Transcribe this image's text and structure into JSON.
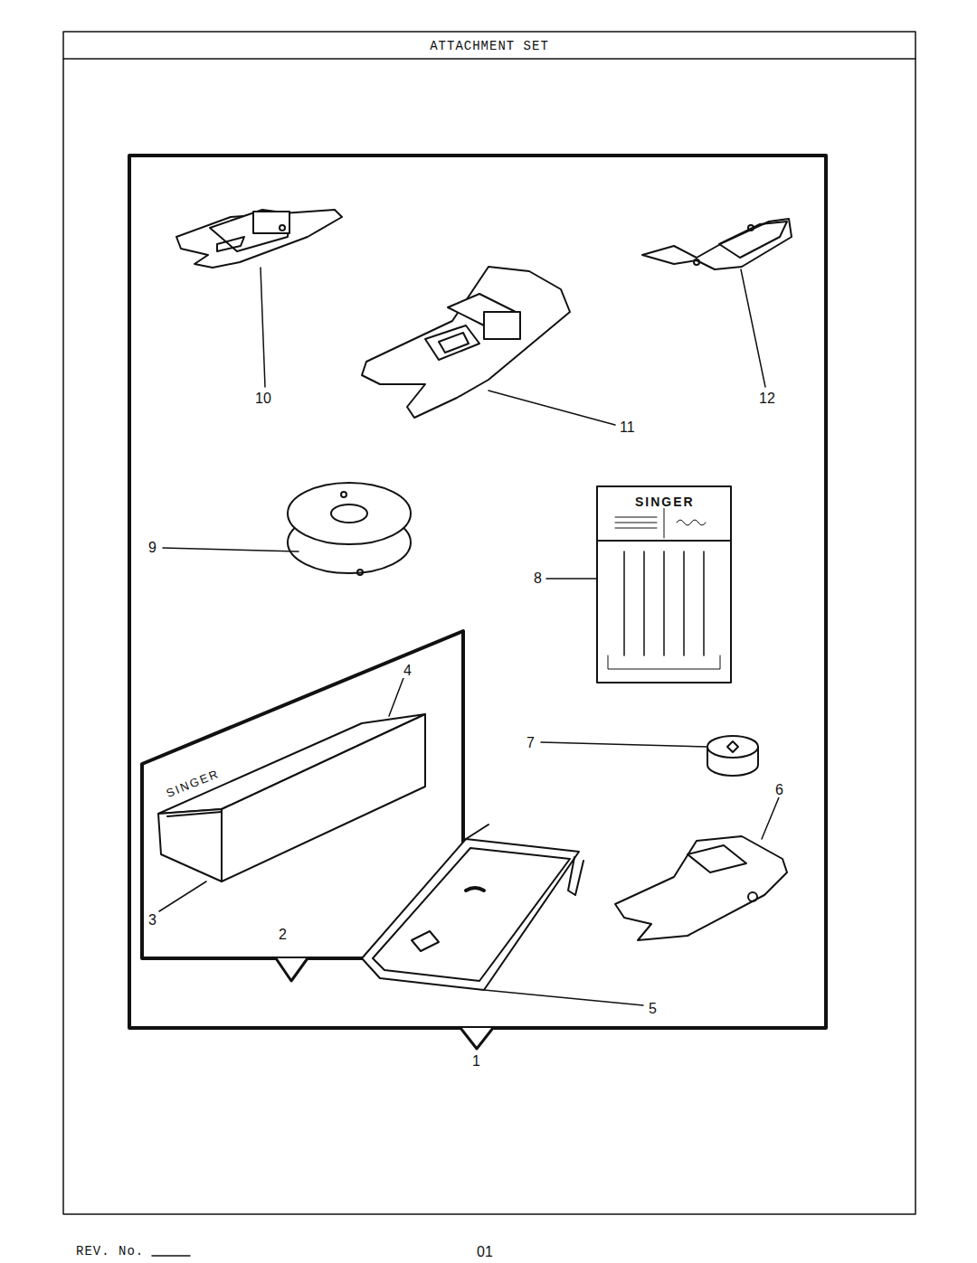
{
  "diagram": {
    "title": "ATTACHMENT SET",
    "labels": [
      "10",
      "11",
      "12",
      "9",
      "8",
      "4",
      "7",
      "6",
      "3",
      "2",
      "5",
      "1",
      "SINGER",
      "SINGER",
      "REV. No.",
      "01"
    ]
  }
}
